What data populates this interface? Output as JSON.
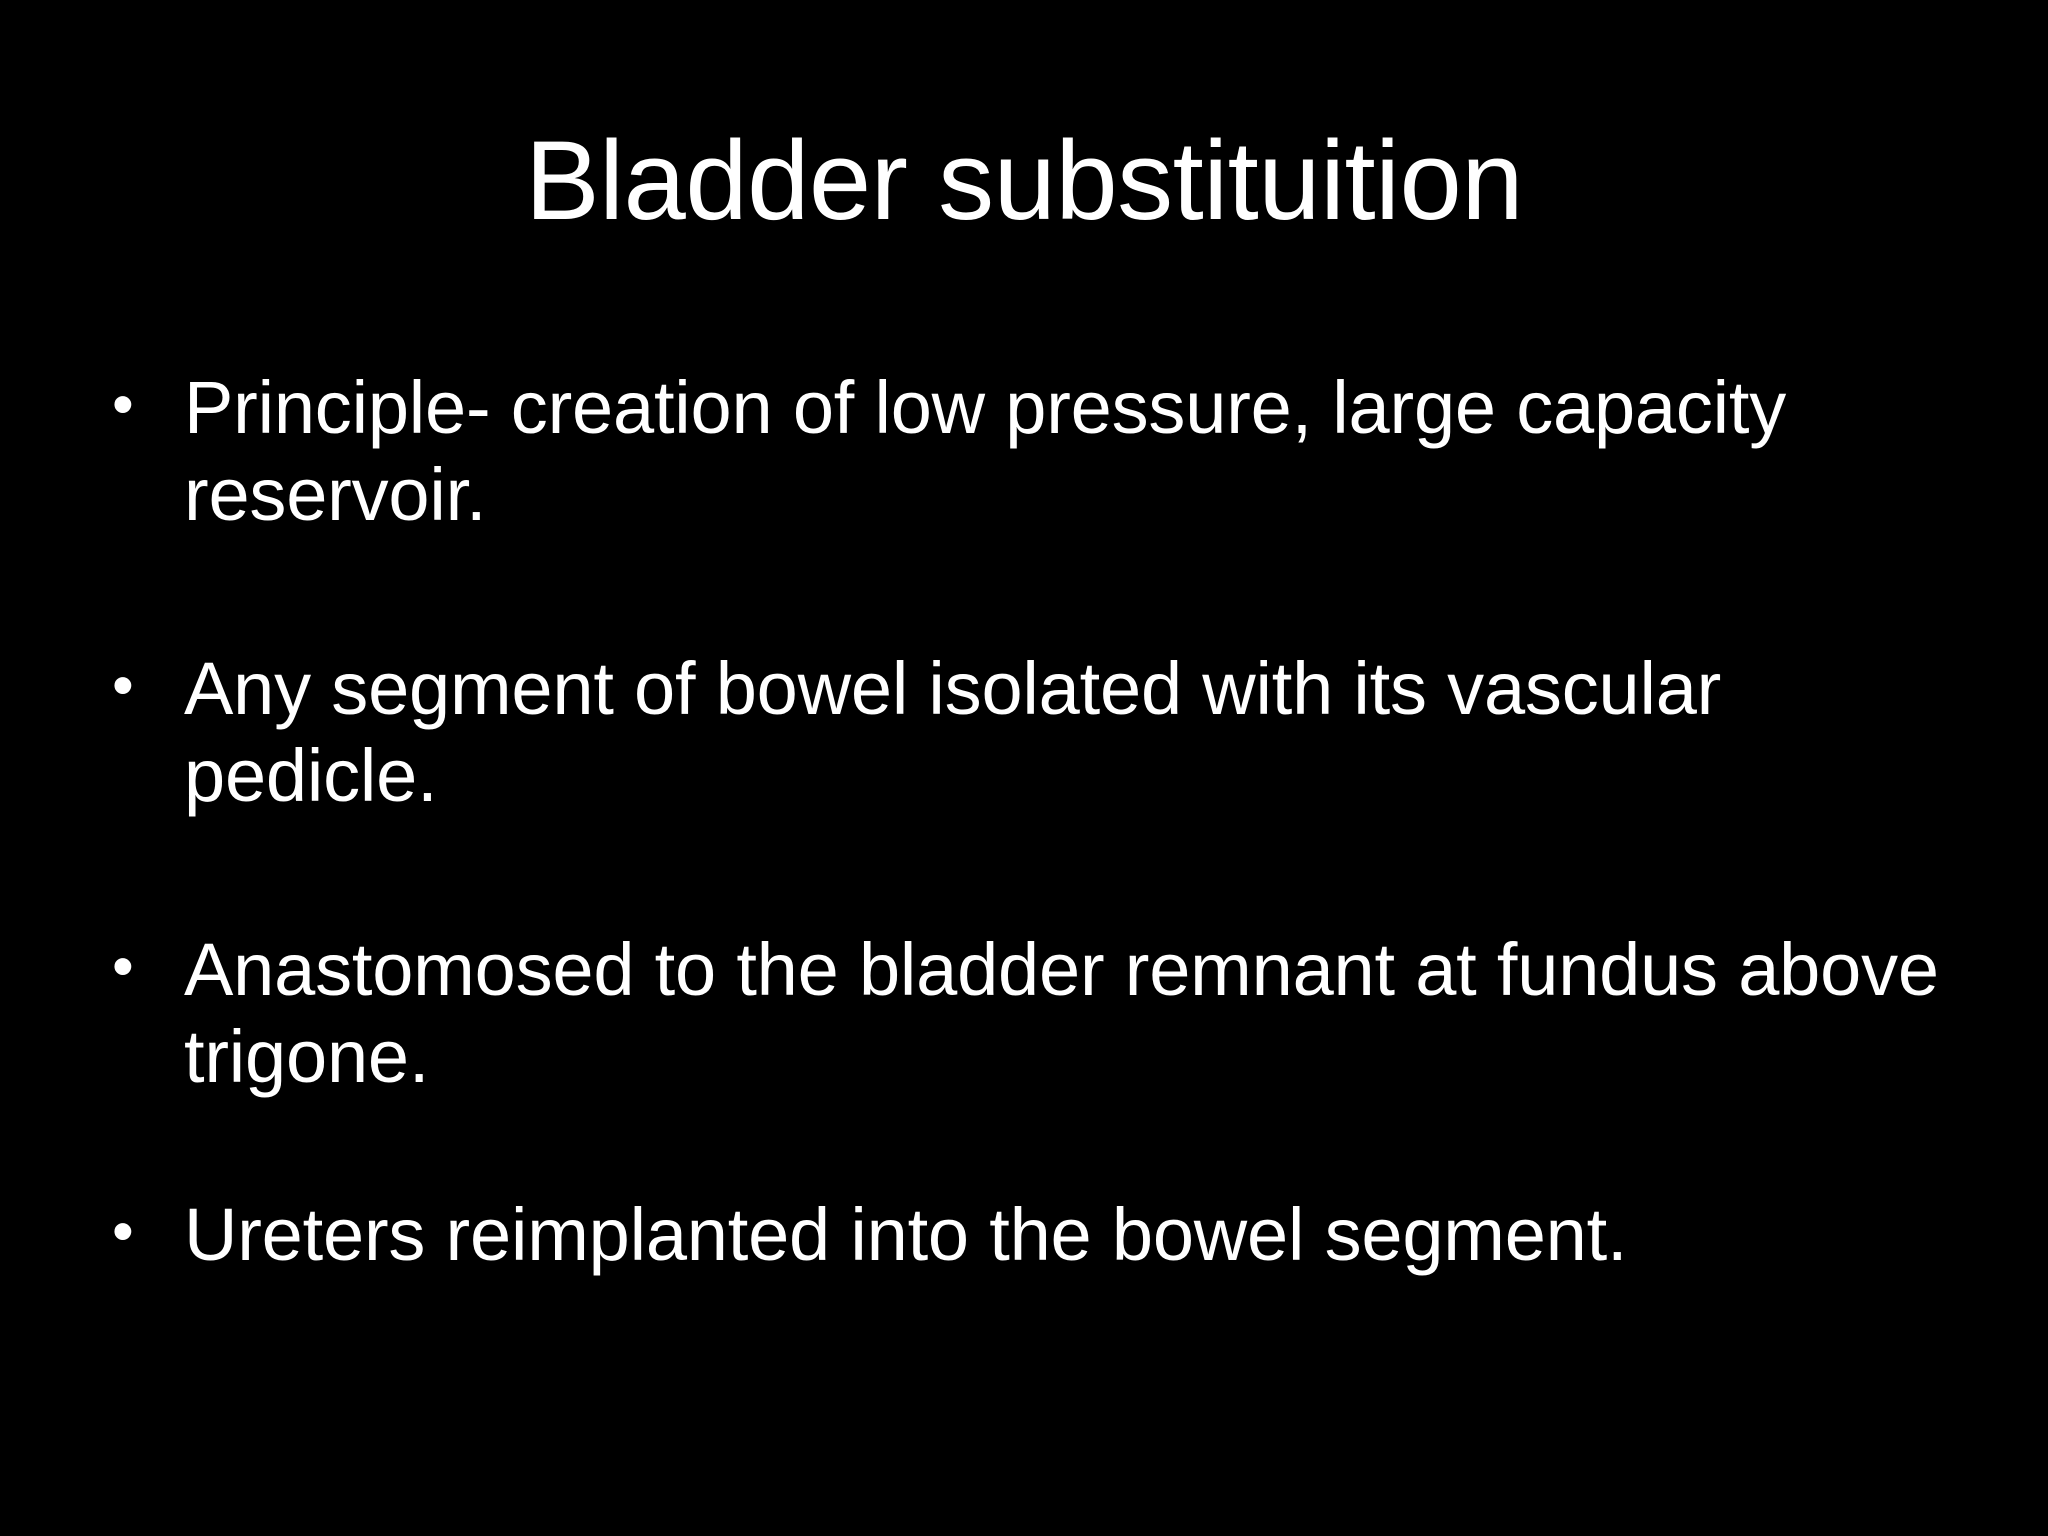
{
  "slide": {
    "background_color": "#000000",
    "text_color": "#ffffff",
    "title": "Bladder substituition",
    "bullet_marker": "•",
    "bullets": [
      {
        "text": "Principle- creation of low pressure, large capacity reservoir."
      },
      {
        "text": "Any segment of bowel isolated with its vascular pedicle."
      },
      {
        "text": "Anastomosed to the bladder remnant at fundus above trigone."
      },
      {
        "text": "Ureters reimplanted into the bowel segment."
      }
    ]
  }
}
